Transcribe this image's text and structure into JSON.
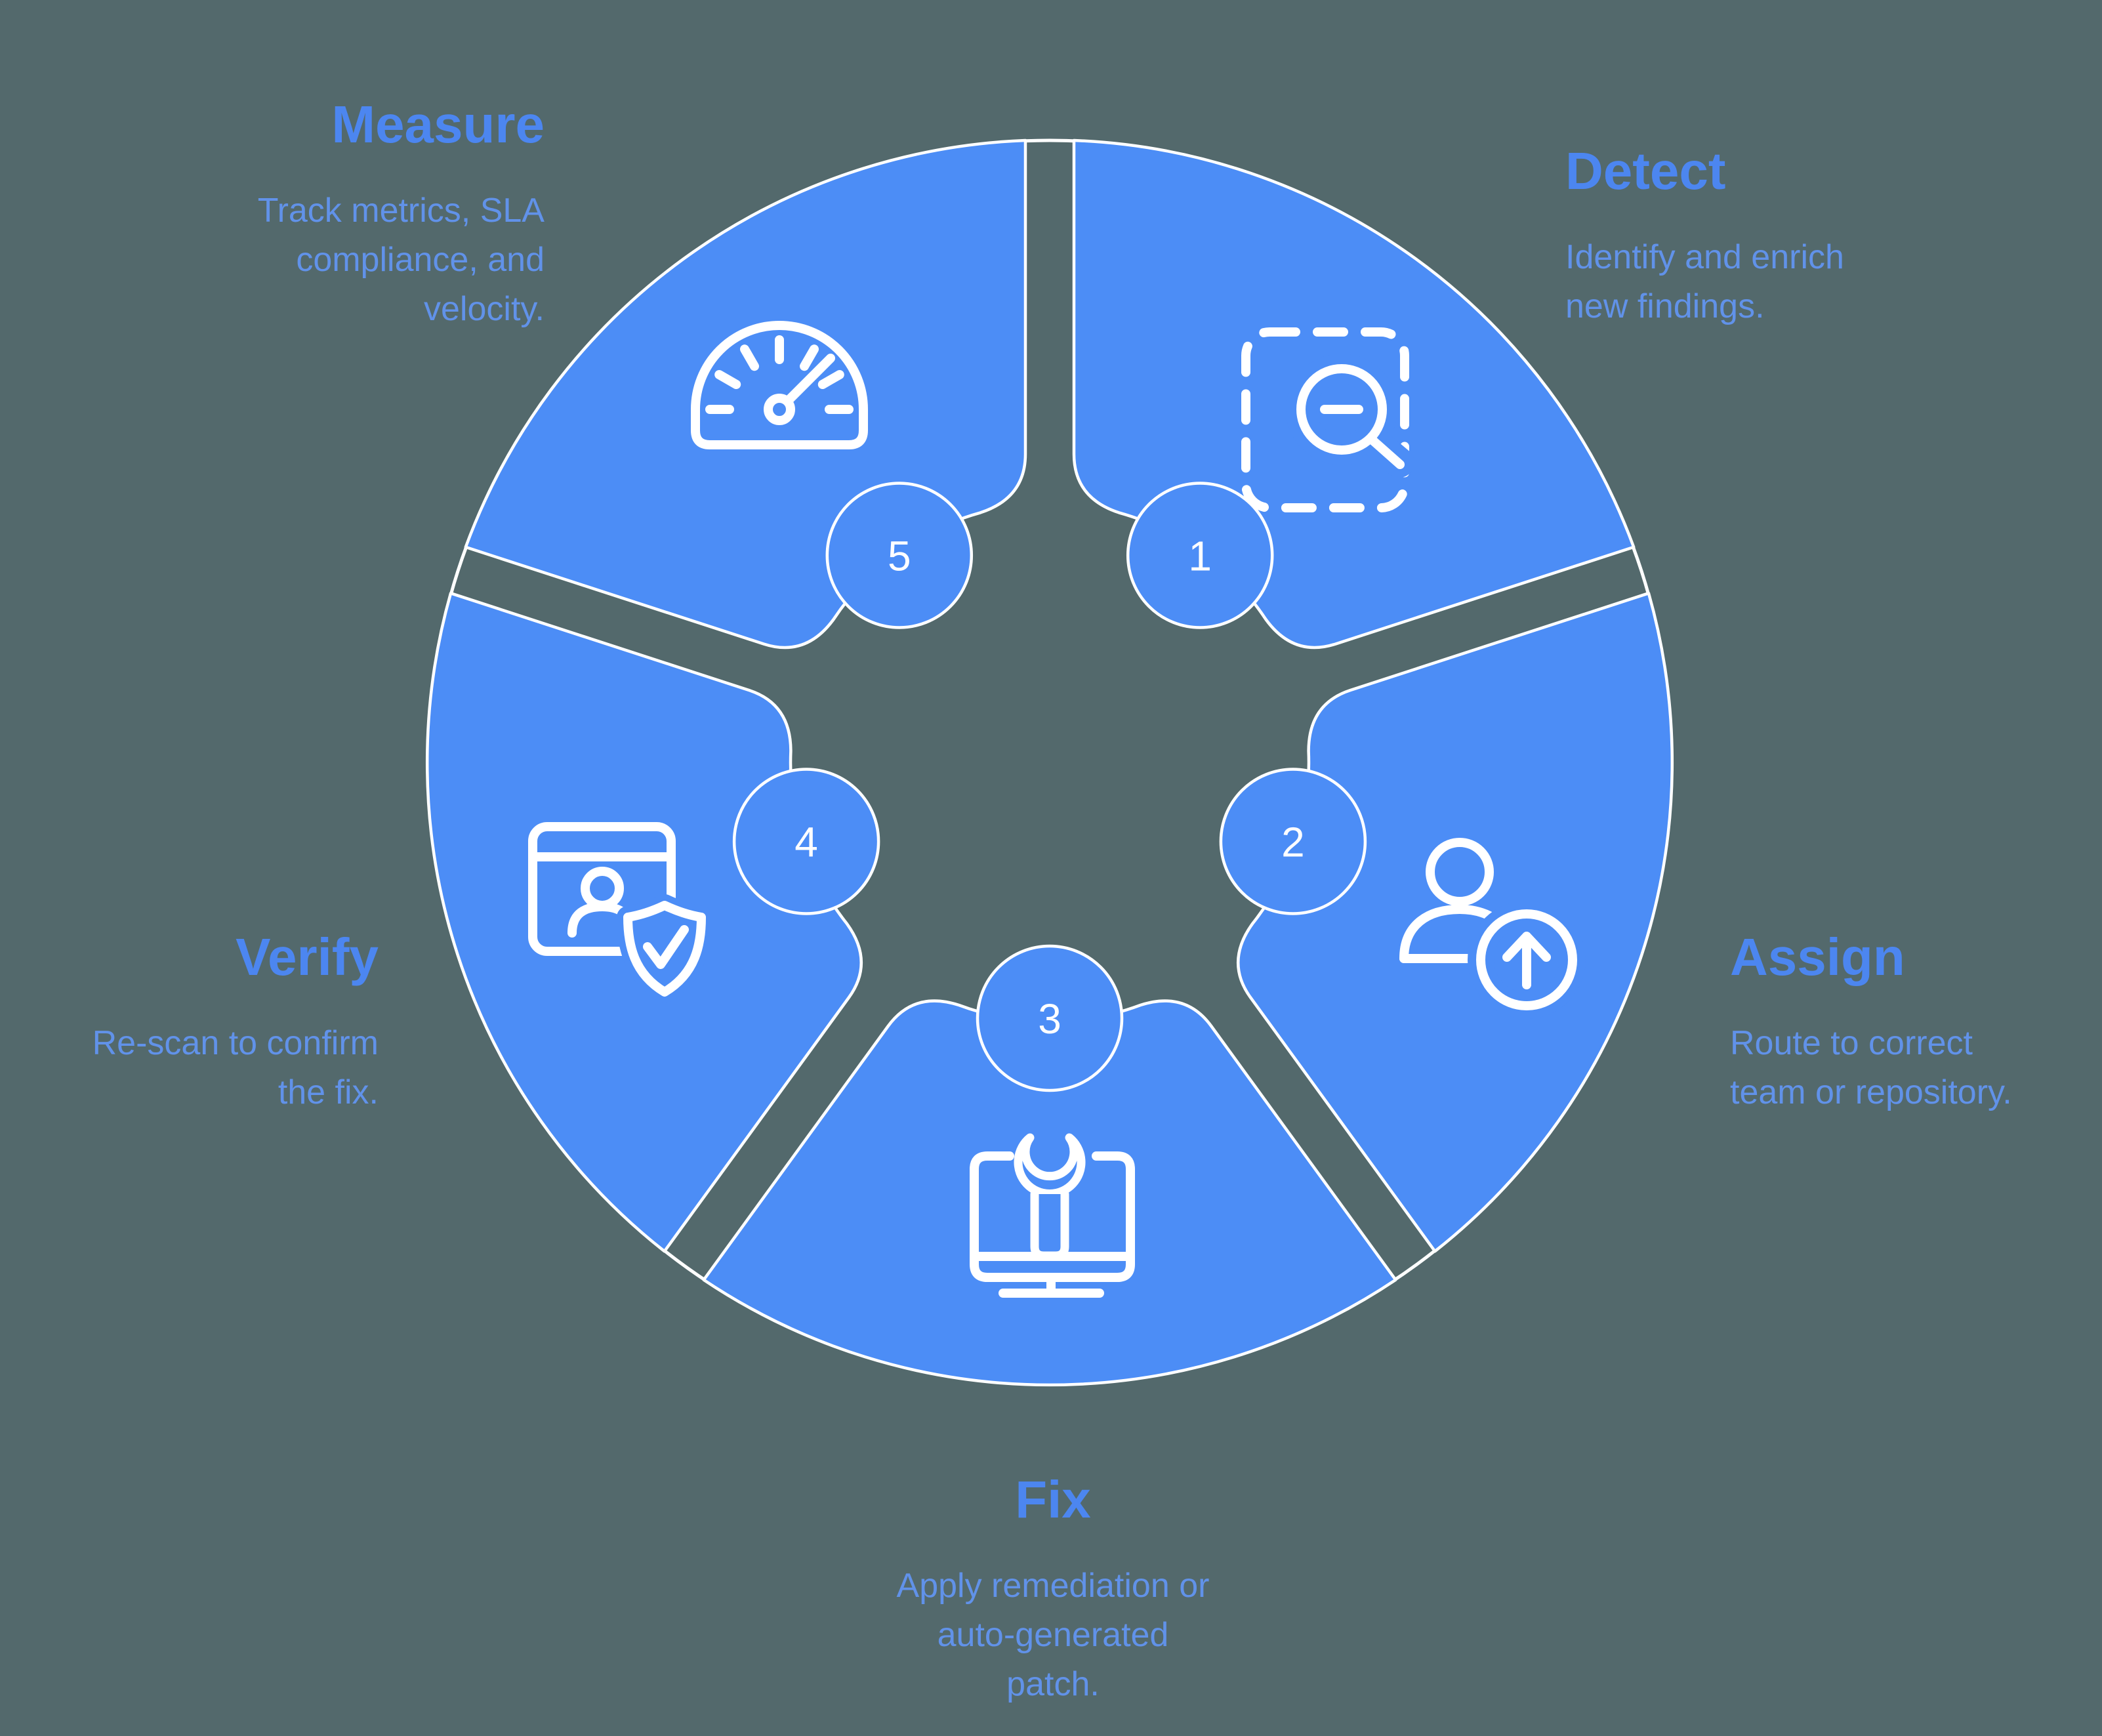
{
  "diagram": {
    "type": "cycle-infographic",
    "step_count": 5,
    "colors": {
      "background": "#53696c",
      "segment_fill": "#4c8df6",
      "outline": "#ffffff",
      "title_text": "#4c86f0",
      "body_text": "#6192e9",
      "number_text": "#ffffff",
      "icon_stroke": "#ffffff"
    },
    "steps": [
      {
        "number": "1",
        "title": "Detect",
        "description": "Identify and enrich\nnew findings.",
        "icon": "scan-magnifier-icon"
      },
      {
        "number": "2",
        "title": "Assign",
        "description": "Route to correct\nteam or repository.",
        "icon": "user-upload-icon"
      },
      {
        "number": "3",
        "title": "Fix",
        "description": "Apply remediation or\nauto-generated\npatch.",
        "icon": "laptop-wrench-icon"
      },
      {
        "number": "4",
        "title": "Verify",
        "description": "Re-scan to confirm\nthe fix.",
        "icon": "browser-shield-check-icon"
      },
      {
        "number": "5",
        "title": "Measure",
        "description": "Track metrics, SLA\ncompliance, and\nvelocity.",
        "icon": "speedometer-icon"
      }
    ]
  }
}
